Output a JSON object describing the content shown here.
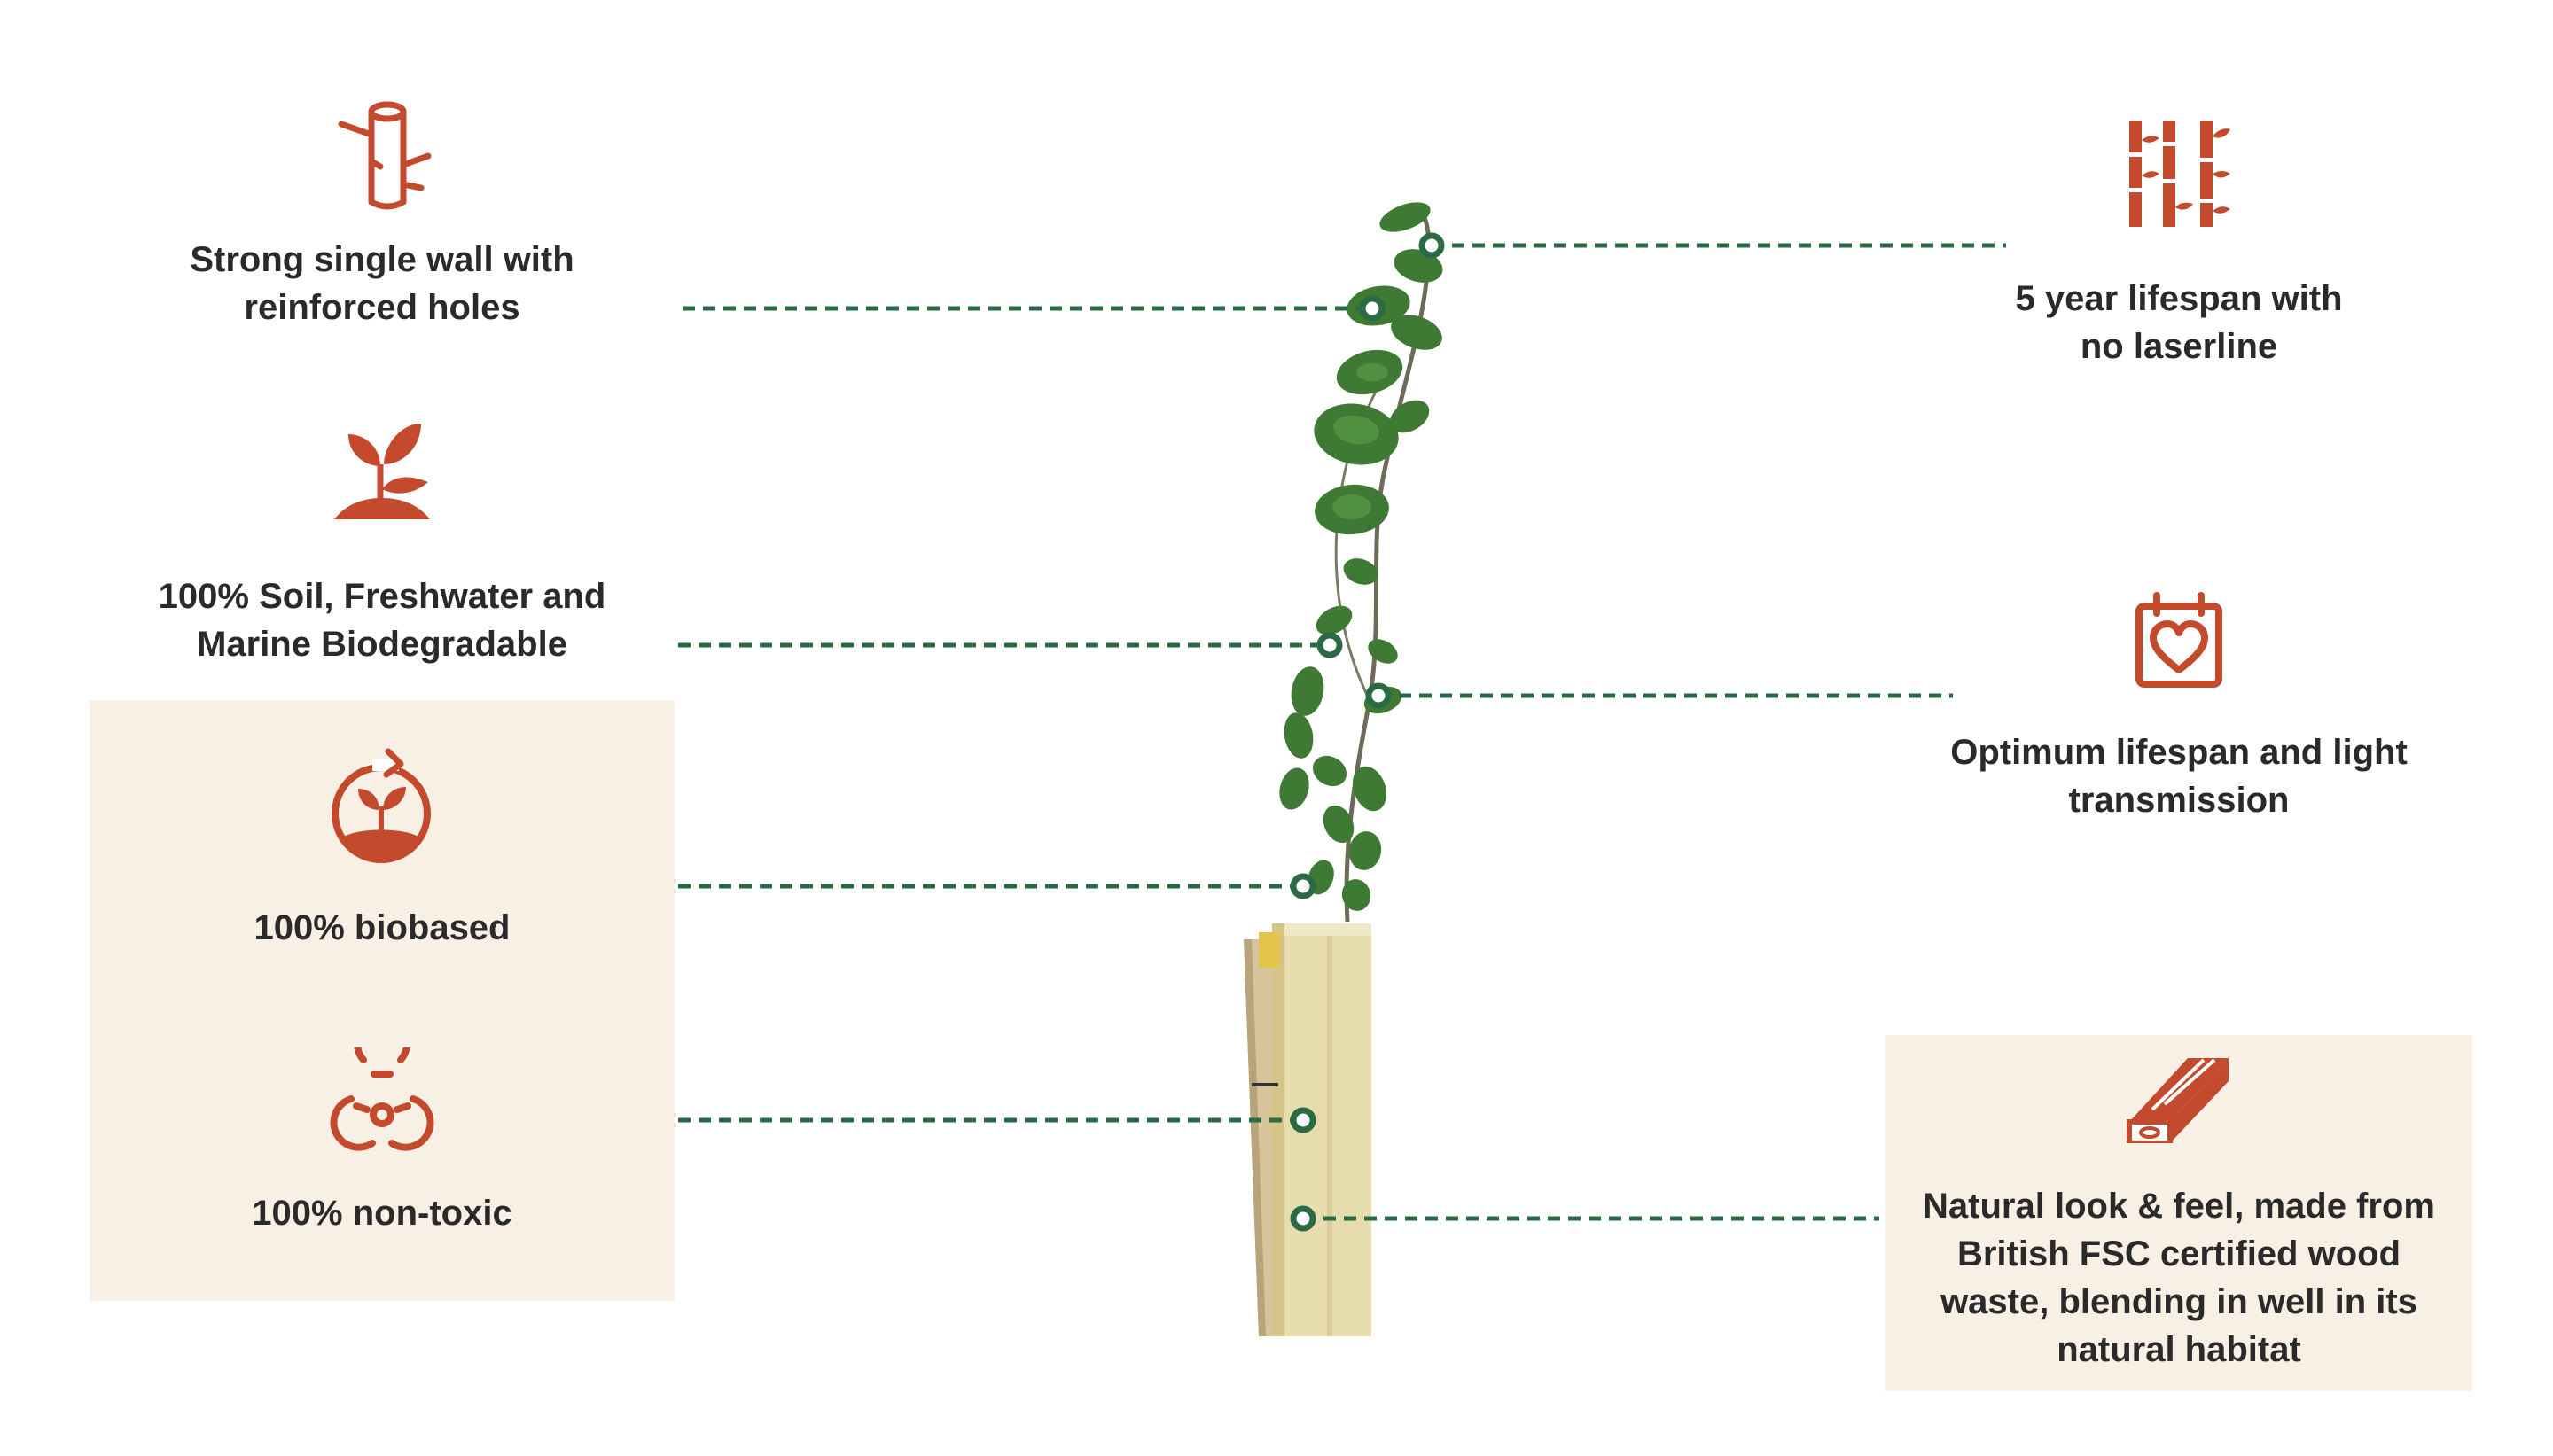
{
  "colors": {
    "icon": "#c34a2c",
    "connector": "#2a6a45",
    "panel": "#f8efe5",
    "text": "#2a2a2a"
  },
  "features": {
    "wall": {
      "label": "Strong single wall with\nreinforced holes",
      "icon": "log-icon"
    },
    "soil": {
      "label": "100% Soil, Freshwater and\nMarine Biodegradable",
      "icon": "sprout-icon"
    },
    "biobased": {
      "label": "100% biobased",
      "icon": "recycle-sprout-icon"
    },
    "nontoxic": {
      "label": "100% non-toxic",
      "icon": "biohazard-icon"
    },
    "lifespan": {
      "label": "5 year lifespan with\nno laserline",
      "icon": "bamboo-icon"
    },
    "light": {
      "label": "Optimum lifespan and light\ntransmission",
      "icon": "calendar-heart-icon"
    },
    "natural": {
      "label": "Natural look & feel, made from\nBritish FSC certified wood\nwaste, blending in well in its\nnatural habitat",
      "icon": "wood-plank-icon"
    }
  }
}
